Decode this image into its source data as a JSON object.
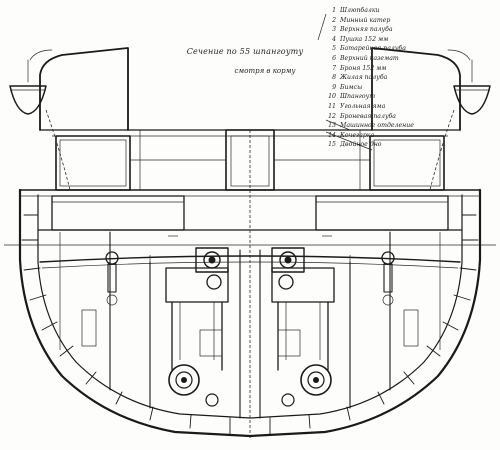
{
  "title": {
    "main": "Сечение по 55 шпангоуту",
    "sub": "смотря в корму"
  },
  "legend": [
    {
      "no": "1",
      "text": "Шлюпбалки"
    },
    {
      "no": "2",
      "text": "Минный катер"
    },
    {
      "no": "3",
      "text": "Верхняя палуба"
    },
    {
      "no": "4",
      "text": "Пушка 152 мм"
    },
    {
      "no": "5",
      "text": "Батарейная палуба"
    },
    {
      "no": "6",
      "text": "Верхний каземат"
    },
    {
      "no": "7",
      "text": "Броня 152 мм"
    },
    {
      "no": "8",
      "text": "Жилая палуба"
    },
    {
      "no": "9",
      "text": "Бимсы"
    },
    {
      "no": "10",
      "text": "Шпангоут"
    },
    {
      "no": "11",
      "text": "Угольная яма"
    },
    {
      "no": "12",
      "text": "Броневая палуба"
    },
    {
      "no": "13",
      "text": "Машинное отделение"
    },
    {
      "no": "14",
      "text": "Кочегарка"
    },
    {
      "no": "15",
      "text": "Двойное дно"
    }
  ],
  "colors": {
    "ink": "#1a1a1a",
    "paper": "#fdfdfb"
  }
}
